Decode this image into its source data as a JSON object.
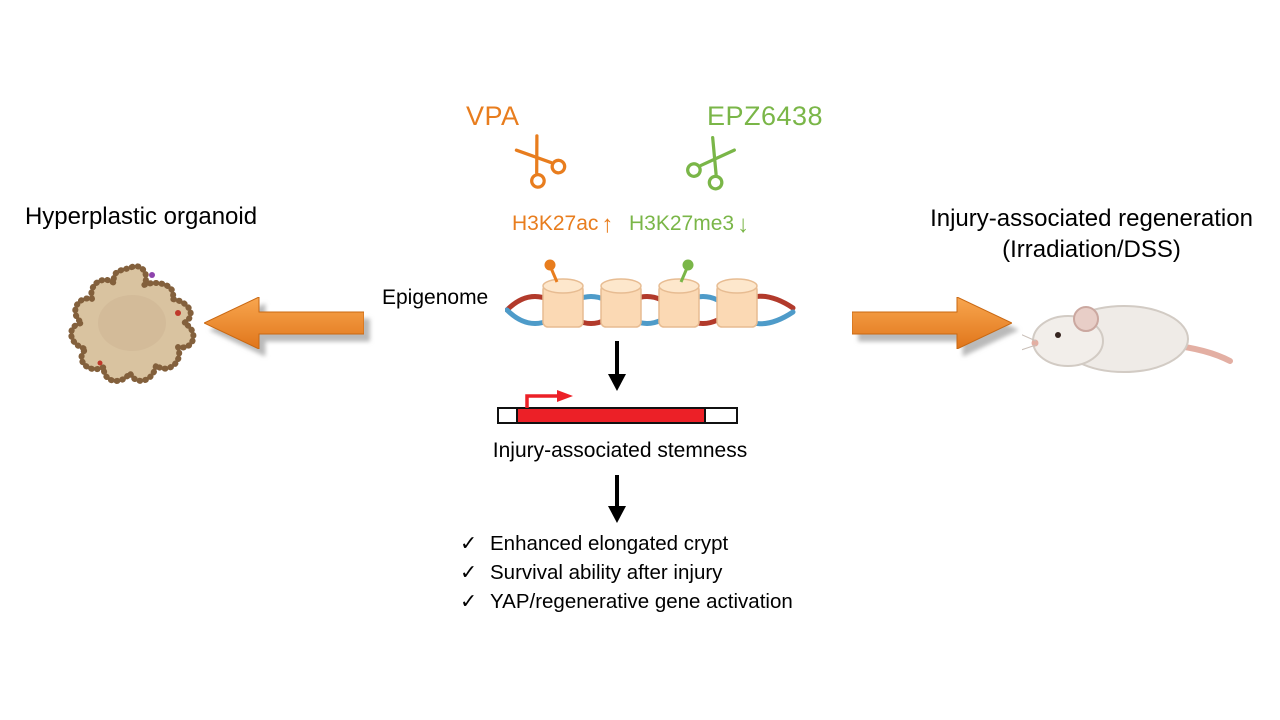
{
  "colors": {
    "orange": "#E87D1E",
    "green": "#7AB648",
    "red": "#EC2027",
    "arrow_orange_light": "#F8A64F",
    "arrow_orange_dark": "#E0751A",
    "black": "#000000"
  },
  "top": {
    "vpa_label": "VPA",
    "epz_label": "EPZ6438",
    "h3k27ac_label": "H3K27ac",
    "h3k27ac_arrow": "↑",
    "h3k27me3_label": "H3K27me3",
    "h3k27me3_arrow": "↓"
  },
  "center": {
    "epigenome_label": "Epigenome",
    "stemness_label": "Injury-associated stemness"
  },
  "left": {
    "title": "Hyperplastic organoid"
  },
  "right": {
    "title_line1": "Injury-associated regeneration",
    "title_line2": "(Irradiation/DSS)"
  },
  "outcomes": {
    "check": "✓",
    "items": [
      "Enhanced elongated crypt",
      "Survival ability after injury",
      "YAP/regenerative gene activation"
    ]
  }
}
